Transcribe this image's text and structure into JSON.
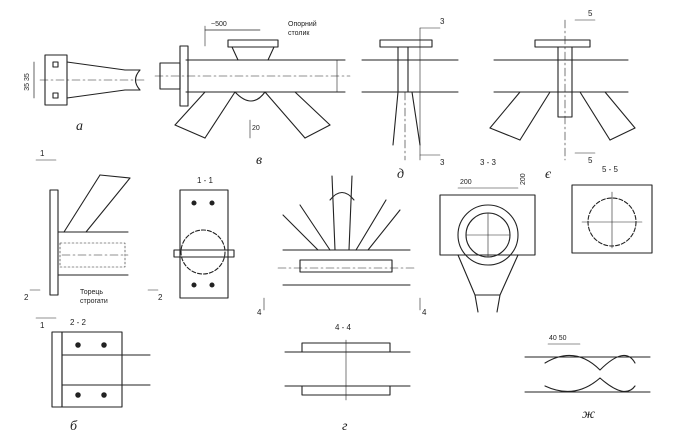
{
  "figure_labels": {
    "a": "а",
    "b": "б",
    "v": "в",
    "g": "г",
    "d": "д",
    "ye": "є",
    "zh": "ж"
  },
  "annotations": {
    "dim_35": "35 35",
    "dim_500": "~500",
    "support_post": "Опорний\nстолик",
    "dim_20": "20",
    "dim_200a": "200",
    "dim_200b": "200",
    "dim_40_50": "40 50",
    "sec_3_3": "3 - 3",
    "sec_5_5": "5 - 5",
    "sec_1_1": "1 - 1",
    "sec_2_2": "2 - 2",
    "sec_4_4": "4 - 4",
    "tube_note": "Торець\nстрогати"
  },
  "cut_marks": {
    "m1": "1",
    "m2": "2",
    "m3": "3",
    "m4": "4",
    "m5": "5"
  },
  "colors": {
    "stroke": "#222222",
    "background": "#ffffff"
  }
}
